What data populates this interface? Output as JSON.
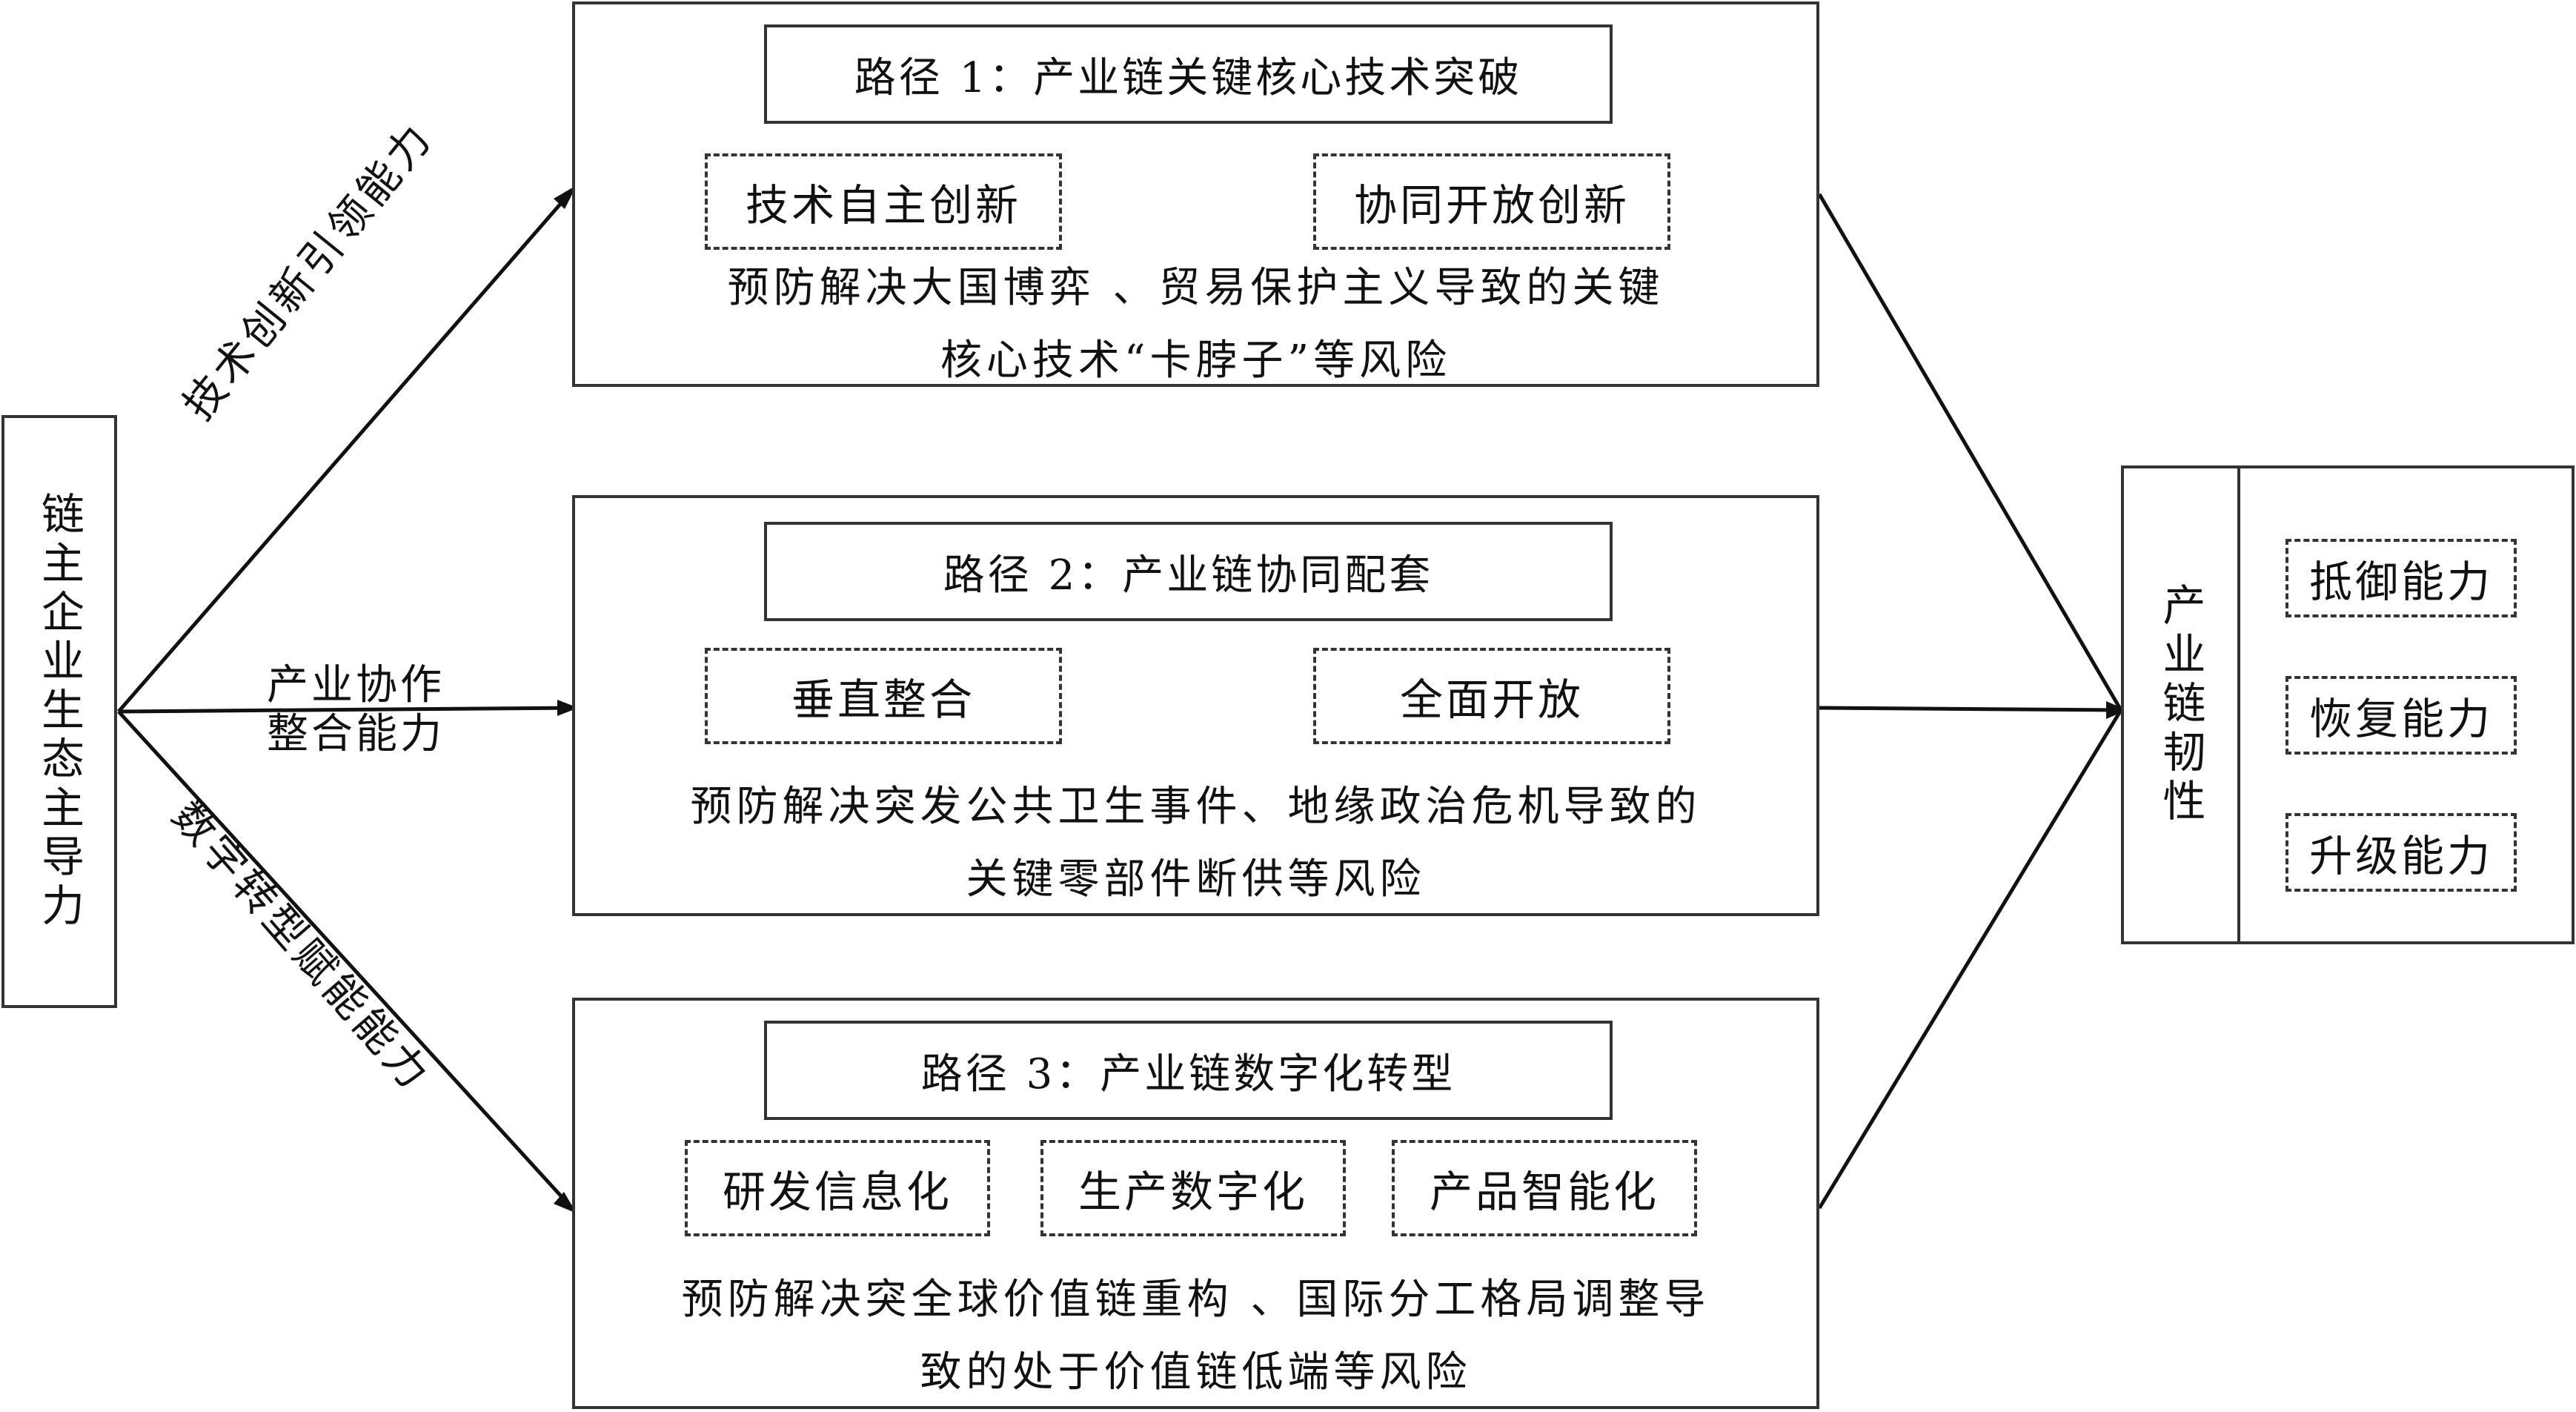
{
  "leader": {
    "text": "链主企业生态主导力"
  },
  "edges": {
    "top": "技术创新引领能力",
    "middle_line1": "产业协作",
    "middle_line2": "整合能力",
    "bottom": "数字转型赋能能力"
  },
  "paths": [
    {
      "title": "路径 1：产业链关键核心技术突破",
      "tags": [
        "技术自主创新",
        "协同开放创新"
      ],
      "desc_line1": "预防解决大国博弈 、贸易保护主义导致的关键",
      "desc_line2": "核心技术“卡脖子”等风险"
    },
    {
      "title": "路径 2：产业链协同配套",
      "tags": [
        "垂直整合",
        "全面开放"
      ],
      "desc_line1": "预防解决突发公共卫生事件、地缘政治危机导致的",
      "desc_line2": "关键零部件断供等风险"
    },
    {
      "title": "路径 3：产业链数字化转型",
      "tags": [
        "研发信息化",
        "生产数字化",
        "产品智能化"
      ],
      "desc_line1": "预防解决突全球价值链重构 、国际分工格局调整导",
      "desc_line2": "致的处于价值链低端等风险"
    }
  ],
  "resilience": {
    "label": "产业链韧性",
    "abilities": [
      "抵御能力",
      "恢复能力",
      "升级能力"
    ]
  }
}
